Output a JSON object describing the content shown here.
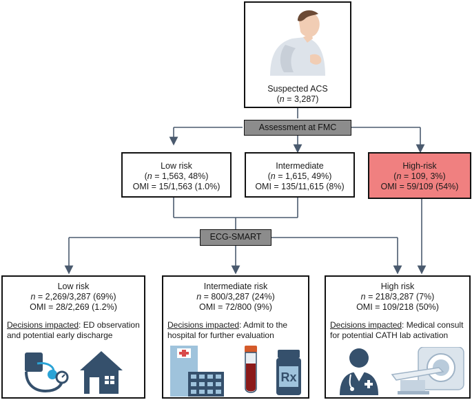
{
  "top": {
    "title": "Suspected ACS",
    "n_label": "n",
    "n_value": " = 3,287)"
  },
  "assessment": {
    "label": "Assessment at FMC"
  },
  "mid": [
    {
      "title": "Low risk",
      "n_value": " = 1,563, 48%)",
      "omi": "OMI = 15/1,563 (1.0%)"
    },
    {
      "title": "Intermediate",
      "n_value": " = 1,615, 49%)",
      "omi": "OMI = 135/11,615 (8%)"
    },
    {
      "title": "High-risk",
      "n_value": " = 109, 3%)",
      "omi": "OMI = 59/109 (54%)"
    }
  ],
  "ecg": {
    "label": "ECG-SMART"
  },
  "bottom": [
    {
      "title": "Low risk",
      "n_value": " = 2,269/3,287 (69%)",
      "omi": "OMI = 28/2,269 (1.2%)",
      "decisions_label": "Decisions impacted",
      "decisions_text": ": ED observation and potential early discharge"
    },
    {
      "title": "Intermediate risk",
      "n_value": " = 800/3,287 (24%)",
      "omi": "OMI = 72/800 (9%)",
      "decisions_label": "Decisions impacted",
      "decisions_text": ": Admit to the hospital for further evaluation"
    },
    {
      "title": "High risk",
      "n_value": " = 218/3,287 (7%)",
      "omi": "OMI = 109/218 (50%)",
      "decisions_label": "Decisions impacted",
      "decisions_text": ": Medical consult for potential CATH lab activation"
    }
  ],
  "colors": {
    "line": "#4a5a6e",
    "icon": "#35506c",
    "accent": "#2aa3d6",
    "high_risk_fill": "#f08080",
    "tag_fill": "#8c8c8c"
  },
  "icons": [
    "patient-figure",
    "blood-pressure-monitor-icon",
    "house-icon",
    "hospital-building-icon",
    "blood-tube-icon",
    "pill-bottle-icon",
    "doctor-icon",
    "ct-scanner-icon"
  ]
}
